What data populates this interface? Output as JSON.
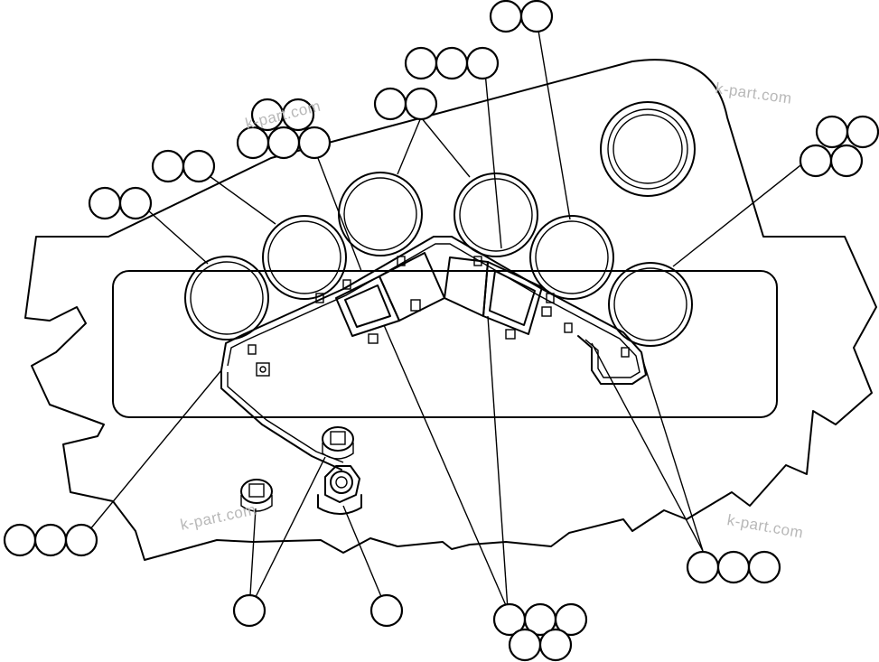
{
  "watermark": {
    "text": "k-part.com"
  },
  "callout_groups": [
    {
      "id": "top-right-pair",
      "bubbles": 2
    },
    {
      "id": "top-center-triple",
      "bubbles": 3
    },
    {
      "id": "upper-center-pair",
      "bubbles": 2
    },
    {
      "id": "upper-left-stack",
      "bubbles": 5
    },
    {
      "id": "left-pair-upper",
      "bubbles": 2
    },
    {
      "id": "left-pair-lower",
      "bubbles": 2
    },
    {
      "id": "right-quad",
      "bubbles": 4
    },
    {
      "id": "bottom-left-triple",
      "bubbles": 3
    },
    {
      "id": "bottom-single-left",
      "bubbles": 1
    },
    {
      "id": "bottom-single-center",
      "bubbles": 1
    },
    {
      "id": "bottom-center-stack",
      "bubbles": 5
    },
    {
      "id": "bottom-right-triple",
      "bubbles": 3
    }
  ]
}
